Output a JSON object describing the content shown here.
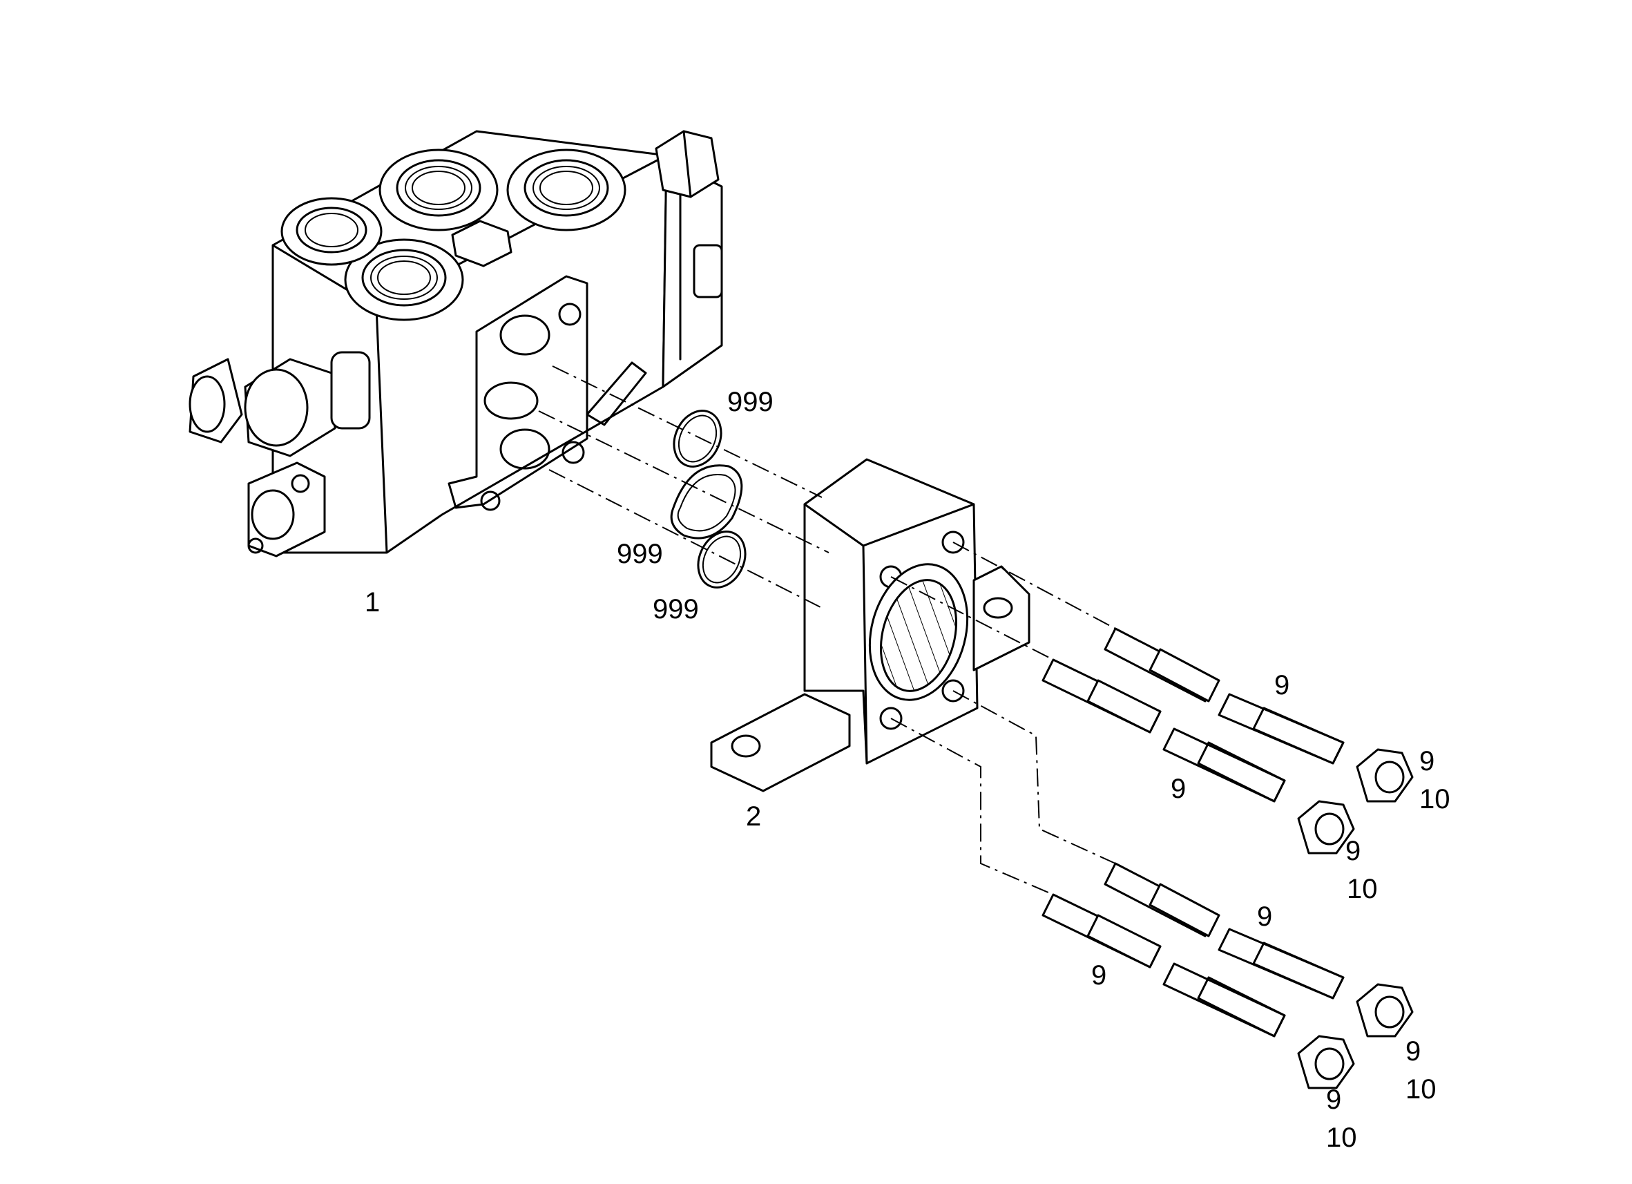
{
  "callouts": {
    "valve_block": "1",
    "mounting_bracket": "2",
    "seal_upper": "999",
    "seal_middle": "999",
    "seal_lower": "999",
    "stud_1": "9",
    "stud_2": "9",
    "stud_3": "9",
    "stud_4": "9",
    "nut_1_a": "9",
    "nut_1_b": "10",
    "nut_2_a": "9",
    "nut_2_b": "10",
    "nut_3_a": "9",
    "nut_3_b": "10",
    "nut_4_a": "9",
    "nut_4_b": "10"
  }
}
